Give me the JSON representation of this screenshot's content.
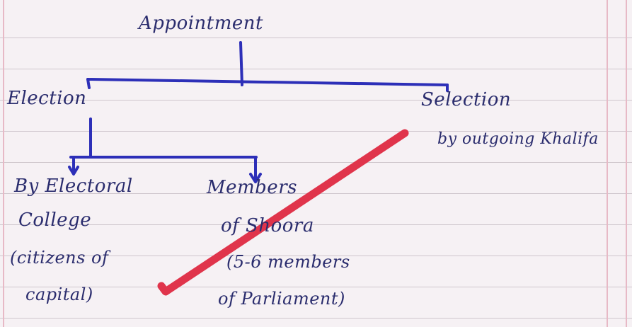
{
  "diagram": {
    "root": "Appointment",
    "left_branch": {
      "label": "Election",
      "children": [
        {
          "lines": [
            "By Electoral",
            "College",
            "(citizens of",
            "capital)"
          ]
        },
        {
          "lines": [
            "Members",
            "of Shoora",
            "(5-6 members",
            "of Parliament)"
          ]
        }
      ]
    },
    "right_branch": {
      "label": "Selection",
      "note": "by outgoing Khalifa"
    }
  },
  "colors": {
    "ink": "#2d2fb8",
    "text": "#2b2d6e",
    "check_mark": "#e0344b",
    "paper": "#f6f1f4",
    "rule_line": "#cfc6cc",
    "margin": "#e7b9c6"
  }
}
